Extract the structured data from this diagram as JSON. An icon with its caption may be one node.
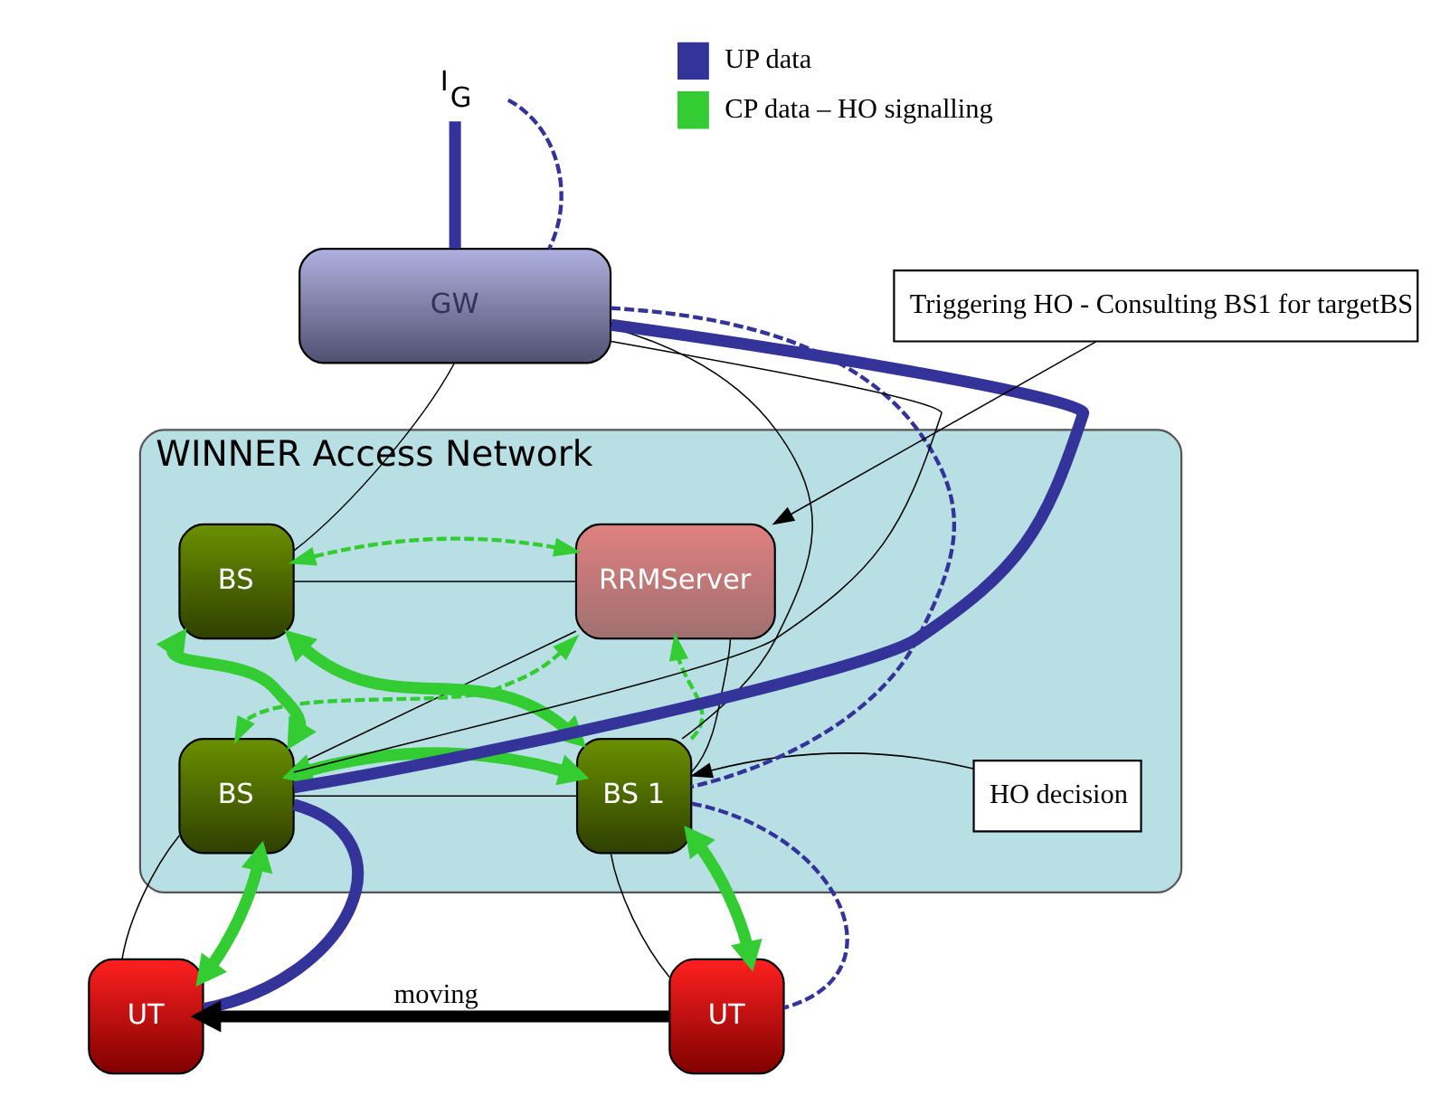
{
  "diagram": {
    "nodes": [
      {
        "text": [
          "WINNER Access Network"
        ]
      },
      {
        "text": [
          "GW"
        ]
      },
      {
        "text": [
          "RRMServer"
        ],
        "in": 0
      },
      {
        "text": [
          "BS"
        ],
        "in": 0
      },
      {
        "text": [
          "BS 1"
        ],
        "in": 0
      },
      {
        "text": [
          "BS"
        ],
        "in": 0
      },
      {
        "text": [
          "UT"
        ]
      },
      {
        "text": [
          "UT"
        ]
      },
      {
        "text": [
          "Triggering HO - Consulting BS1 for targetBS"
        ]
      },
      {
        "text": [
          "HO decision"
        ],
        "in": 0
      },
      {
        "text": [
          "I$_{G}$"
        ]
      }
    ],
    "edges": [
      {
        "from": 1,
        "to": 3,
        "arrow": "none"
      },
      {
        "from": 1,
        "to": 5,
        "arrow": "none"
      },
      {
        "from": 1,
        "to": 4,
        "arrow": "none"
      },
      {
        "from": 2,
        "to": 3,
        "arrow": "none"
      },
      {
        "from": 2,
        "to": 5,
        "arrow": "none"
      },
      {
        "from": 2,
        "to": 4,
        "arrow": "none"
      },
      {
        "from": 5,
        "to": 4,
        "arrow": "none"
      },
      {
        "from": 5,
        "to": 6,
        "arrow": "none"
      },
      {
        "from": 4,
        "to": 7,
        "arrow": "none"
      },
      {
        "from": 5,
        "to": 3,
        "arrow": "both",
        "style": "thick",
        "color": "#33cc33"
      },
      {
        "from": 3,
        "to": 4,
        "arrow": "both",
        "style": "thick",
        "color": "#33cc33"
      },
      {
        "from": 5,
        "to": 4,
        "arrow": "both",
        "style": "thick",
        "color": "#33cc33"
      },
      {
        "from": 5,
        "to": 6,
        "arrow": "both",
        "style": "thick",
        "color": "#33cc33"
      },
      {
        "from": 4,
        "to": 7,
        "arrow": "both",
        "style": "thick",
        "color": "#33cc33"
      },
      {
        "from": 2,
        "to": 3,
        "arrow": "both",
        "style": "dashed",
        "color": "#33cc33"
      },
      {
        "from": 2,
        "to": 5,
        "arrow": "both",
        "style": "dashed",
        "color": "#33cc33"
      },
      {
        "from": 4,
        "to": 2,
        "arrow": "to",
        "style": "dashed",
        "color": "#33cc33"
      },
      {
        "from": 10,
        "to": 1,
        "arrow": "none",
        "style": "thick",
        "color": "#333399"
      },
      {
        "from": 1,
        "to": 5,
        "arrow": "none",
        "style": "thick",
        "color": "#333399"
      },
      {
        "from": 5,
        "to": 6,
        "arrow": "none",
        "style": "thick",
        "color": "#333399"
      },
      {
        "from": 10,
        "to": 1,
        "arrow": "none",
        "style": "dashed",
        "color": "#333399"
      },
      {
        "from": 1,
        "to": 4,
        "arrow": "none",
        "style": "dashed",
        "color": "#333399"
      },
      {
        "from": 4,
        "to": 7,
        "arrow": "none",
        "style": "dashed",
        "color": "#333399"
      },
      {
        "from": 7,
        "to": 6,
        "arrow": "to",
        "label": "moving",
        "style": "thick"
      },
      {
        "from": 8,
        "to": 2,
        "arrow": "to"
      },
      {
        "from": 9,
        "to": 4,
        "arrow": "to"
      }
    ],
    "legend": [
      {
        "text": "UP data",
        "color": "#333399"
      },
      {
        "text": "CP data – HO signalling",
        "color": "#33cc33"
      }
    ]
  }
}
